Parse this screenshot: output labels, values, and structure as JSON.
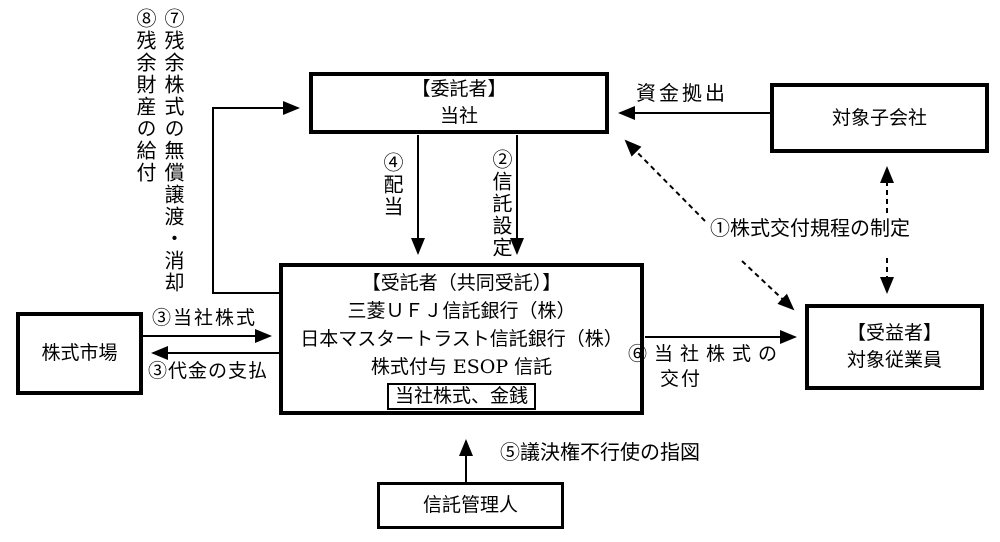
{
  "diagram": {
    "nodes": {
      "entruster": {
        "title": "【委託者】",
        "name": "当社"
      },
      "subsidiary": {
        "name": "対象子会社"
      },
      "trustee": {
        "title": "【受託者（共同受託）】",
        "bank1": "三菱ＵＦＪ信託銀行（株）",
        "bank2": "日本マスタートラスト信託銀行（株）",
        "trust_name": "株式付与 ESOP 信託",
        "holdings": "当社株式、金銭"
      },
      "market": {
        "name": "株式市場"
      },
      "beneficiary": {
        "title": "【受益者】",
        "name": "対象従業員"
      },
      "trust_administrator": {
        "name": "信託管理人"
      }
    },
    "labels": {
      "fund_contribution": "資金拠出",
      "step1": "①株式交付規程の制定",
      "step2": "②信託設定",
      "step3_stock": "③当社株式",
      "step3_payment": "③代金の支払",
      "step4": "④配当",
      "step5": "⑤議決権不行使の指図",
      "step6_line1": "⑥当社株式の",
      "step6_line2": "交付",
      "step7": "⑦残余株式の無償譲渡・消却",
      "step8": "⑧残余財産の給付"
    },
    "colors": {
      "line": "#000000",
      "background": "#ffffff"
    }
  }
}
